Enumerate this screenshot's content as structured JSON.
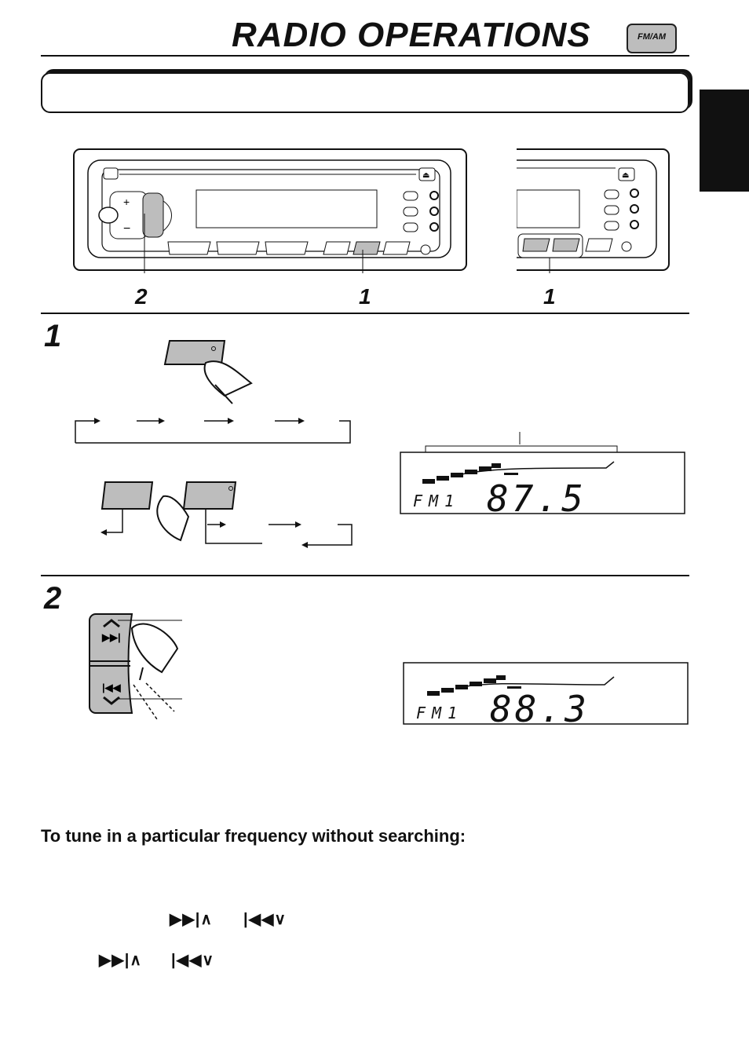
{
  "header": {
    "title": "RADIO OPERATIONS",
    "badge": "FM/AM"
  },
  "callouts": {
    "left_2": "2",
    "left_1": "1",
    "right_1": "1"
  },
  "steps": {
    "step1": "1",
    "step2": "2"
  },
  "displays": {
    "display1": {
      "band": "FM1",
      "freq": "87.5"
    },
    "display2": {
      "band": "FM1",
      "freq": "88.3"
    }
  },
  "subheading": "To tune in a particular frequency without searching:",
  "button_glyphs": {
    "line1_up": "▶▶|∧",
    "line1_down": "|◀◀∨",
    "line2_up": "▶▶|∧",
    "line2_down": "|◀◀∨"
  }
}
